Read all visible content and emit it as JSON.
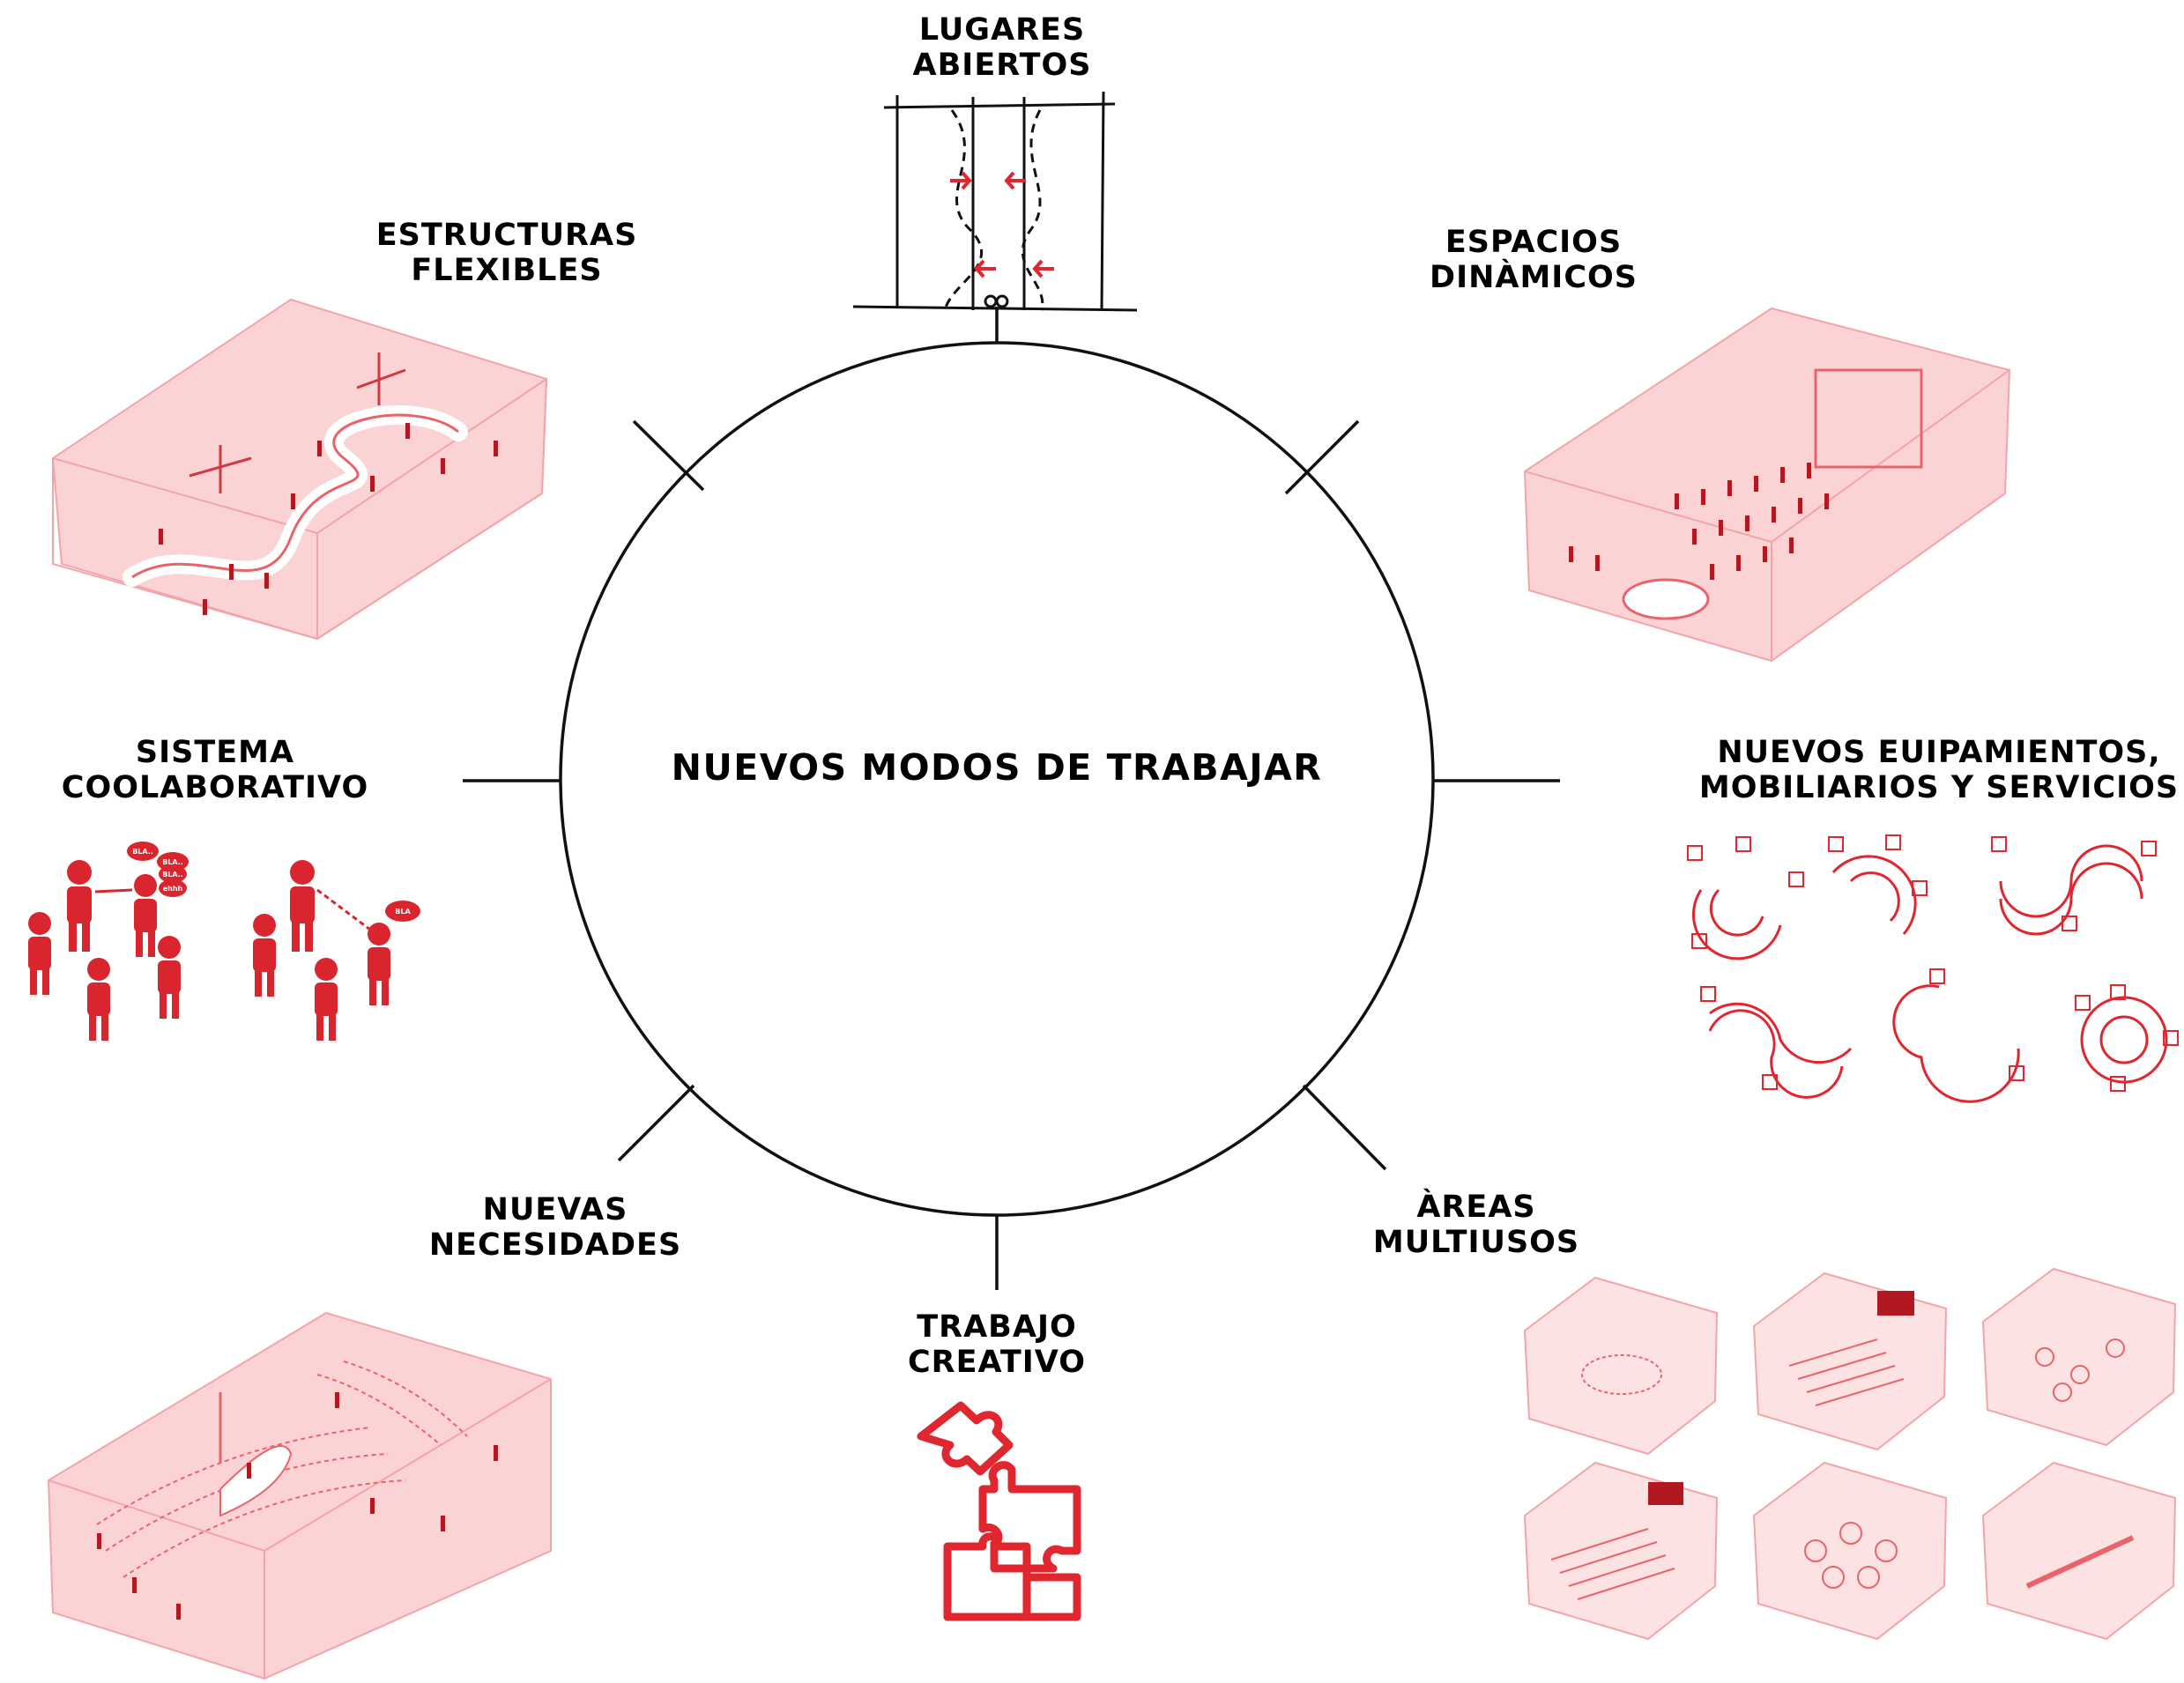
{
  "center": {
    "title": "NUEVOS MODOS DE TRABAJAR"
  },
  "nodes": [
    {
      "id": "lugares-abiertos",
      "line1": "LUGARES",
      "line2": "ABIERTOS"
    },
    {
      "id": "espacios-dinamicos",
      "line1": "ESPACIOS",
      "line2": "DINÀMICOS"
    },
    {
      "id": "nuevos-equipamientos",
      "line1": "NUEVOS EUIPAMIENTOS,",
      "line2": "MOBILIARIOS Y SERVICIOS"
    },
    {
      "id": "areas-multiusos",
      "line1": "ÀREAS",
      "line2": "MULTIUSOS"
    },
    {
      "id": "trabajo-creativo",
      "line1": "TRABAJO",
      "line2": "CREATIVO"
    },
    {
      "id": "nuevas-necesidades",
      "line1": "NUEVAS",
      "line2": "NECESIDADES"
    },
    {
      "id": "sistema-colaborativo",
      "line1": "SISTEMA",
      "line2": "COOLABORATIVO"
    },
    {
      "id": "estructuras-flexibles",
      "line1": "ESTRUCTURAS",
      "line2": "FLEXIBLES"
    }
  ],
  "speech_bubbles": [
    "BLA..",
    "BLA..",
    "BLA..",
    "ehhh",
    "BLA"
  ],
  "colors": {
    "accent": "#e0262e",
    "accent_fill": "#f9c5c8",
    "accent_soft": "#fde2e3",
    "line": "#111111"
  }
}
